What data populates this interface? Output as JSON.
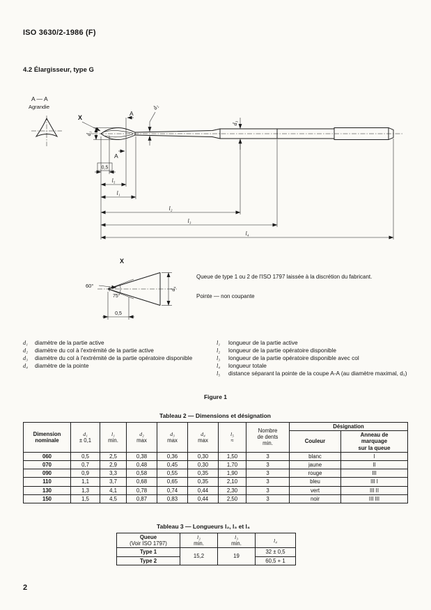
{
  "page": {
    "header": "ISO 3630/2-1986 (F)",
    "section": "4.2  Élargisseur, type G",
    "page_number": "2"
  },
  "figure": {
    "section_label": "A — A",
    "section_sublabel": "Agrandie",
    "detail_x": "X",
    "cut_letter": "A",
    "dim_tip": "0,5",
    "detail_dim": "0,5",
    "dim_d1": "d₁",
    "dim_d2": "d₂",
    "dim_d3": "d₃",
    "dim_d4": "d₄",
    "dim_l1": "l₁",
    "dim_l2": "l₂",
    "dim_l3": "l₃",
    "dim_l4": "l₄",
    "dim_l5": "l₅",
    "angle_60": "60°",
    "angle_75": "75°",
    "note_queue": "Queue de type 1 ou 2 de l'ISO 1797 laissée à la discrétion du fabricant.",
    "note_pointe": "Pointe — non coupante",
    "caption": "Figure 1"
  },
  "legend": {
    "left": [
      {
        "sym": "d₁",
        "text": "diamètre de la partie active"
      },
      {
        "sym": "d₂",
        "text": "diamètre du col à l'extrémité de la partie active"
      },
      {
        "sym": "d₃",
        "text": "diamètre du col à l'extrémité de la partie opératoire disponible"
      },
      {
        "sym": "d₄",
        "text": "diamètre de la pointe"
      }
    ],
    "right": [
      {
        "sym": "l₁",
        "text": "longueur de la partie active"
      },
      {
        "sym": "l₂",
        "text": "longueur de la partie opératoire disponible"
      },
      {
        "sym": "l₃",
        "text": "longueur de la partie opératoire disponible avec col"
      },
      {
        "sym": "l₄",
        "text": "longueur totale"
      },
      {
        "sym": "l₅",
        "text": "distance séparant la pointe de la coupe A-A (au diamètre maximal, d₁)"
      }
    ]
  },
  "table2": {
    "title": "Tableau 2 — Dimensions et désignation",
    "h_dim": [
      "Dimension",
      "nominale"
    ],
    "h_d1": [
      "d₁",
      "± 0,1"
    ],
    "h_l1": [
      "l₁",
      "min."
    ],
    "h_d2": [
      "d₂",
      "max"
    ],
    "h_d3": [
      "d₃",
      "max"
    ],
    "h_d4": [
      "d₄",
      "max"
    ],
    "h_l5": [
      "l₅",
      "≈"
    ],
    "h_dents": [
      "Nombre",
      "de dents",
      "min."
    ],
    "h_designation": "Désignation",
    "h_couleur": "Couleur",
    "h_anneau": [
      "Anneau de",
      "marquage",
      "sur la queue"
    ],
    "rows": [
      [
        "060",
        "0,5",
        "2,5",
        "0,38",
        "0,36",
        "0,30",
        "1,50",
        "3",
        "blanc",
        "I"
      ],
      [
        "070",
        "0,7",
        "2,9",
        "0,48",
        "0,45",
        "0,30",
        "1,70",
        "3",
        "jaune",
        "II"
      ],
      [
        "090",
        "0,9",
        "3,3",
        "0,58",
        "0,55",
        "0,35",
        "1,90",
        "3",
        "rouge",
        "III"
      ],
      [
        "110",
        "1,1",
        "3,7",
        "0,68",
        "0,65",
        "0,35",
        "2,10",
        "3",
        "bleu",
        "III I"
      ],
      [
        "130",
        "1,3",
        "4,1",
        "0,78",
        "0,74",
        "0,44",
        "2,30",
        "3",
        "vert",
        "III II"
      ],
      [
        "150",
        "1,5",
        "4,5",
        "0,87",
        "0,83",
        "0,44",
        "2,50",
        "3",
        "noir",
        "III III"
      ]
    ]
  },
  "table3": {
    "title": "Tableau 3 — Longueurs l₂, l₃ et l₄",
    "h_queue": [
      "Queue",
      "(Voir ISO 1797)"
    ],
    "h_l2": [
      "l₂",
      "min."
    ],
    "h_l3": [
      "l₃",
      "min."
    ],
    "h_l4": "l₄",
    "l2_value": "15,2",
    "l3_value": "19",
    "rows": [
      {
        "type": "Type 1",
        "l4": "32   ± 0,5"
      },
      {
        "type": "Type 2",
        "l4": "60,5 + 1"
      }
    ]
  }
}
